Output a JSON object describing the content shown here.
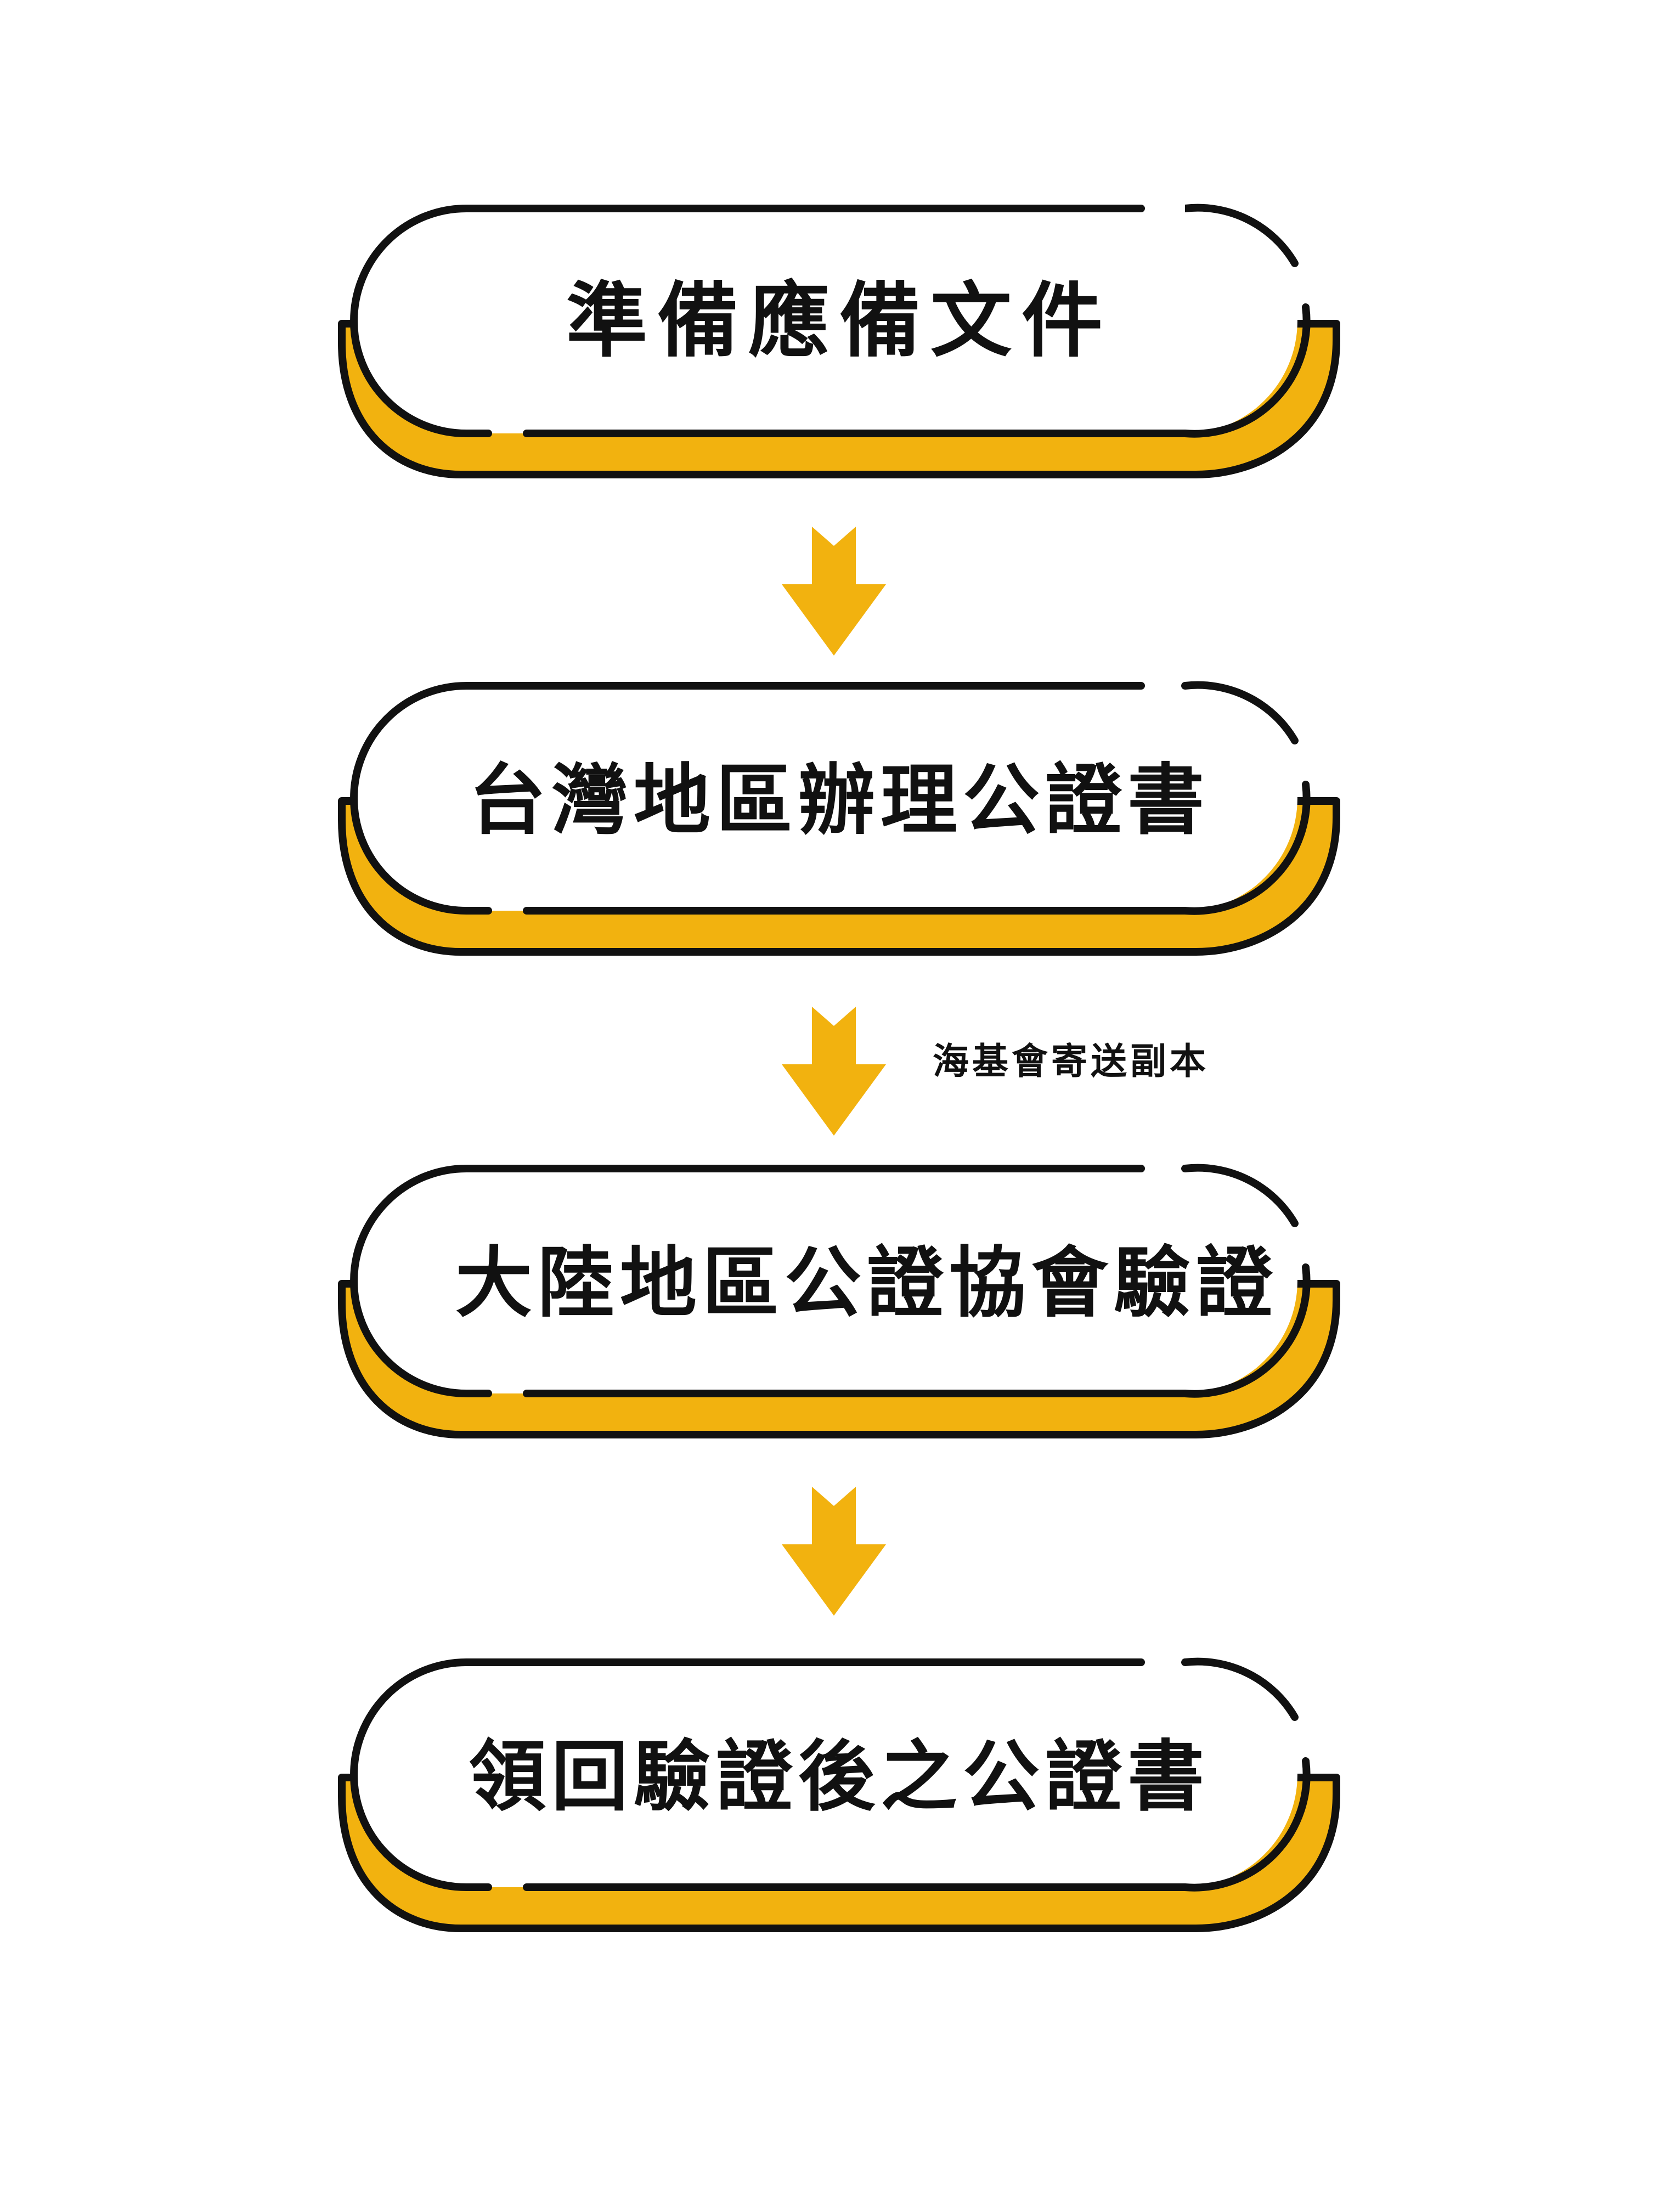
{
  "colors": {
    "accent": "#F2B20F",
    "outline": "#111111",
    "box_fill": "#FFFFFF",
    "background": "#FFFFFF"
  },
  "steps": [
    {
      "label": "準備應備文件"
    },
    {
      "label": "台灣地區辦理公證書"
    },
    {
      "label": "大陸地區公證協會驗證"
    },
    {
      "label": "領回驗證後之公證書"
    }
  ],
  "connectors": [
    {
      "note": ""
    },
    {
      "note": "海基會寄送副本"
    },
    {
      "note": ""
    }
  ]
}
